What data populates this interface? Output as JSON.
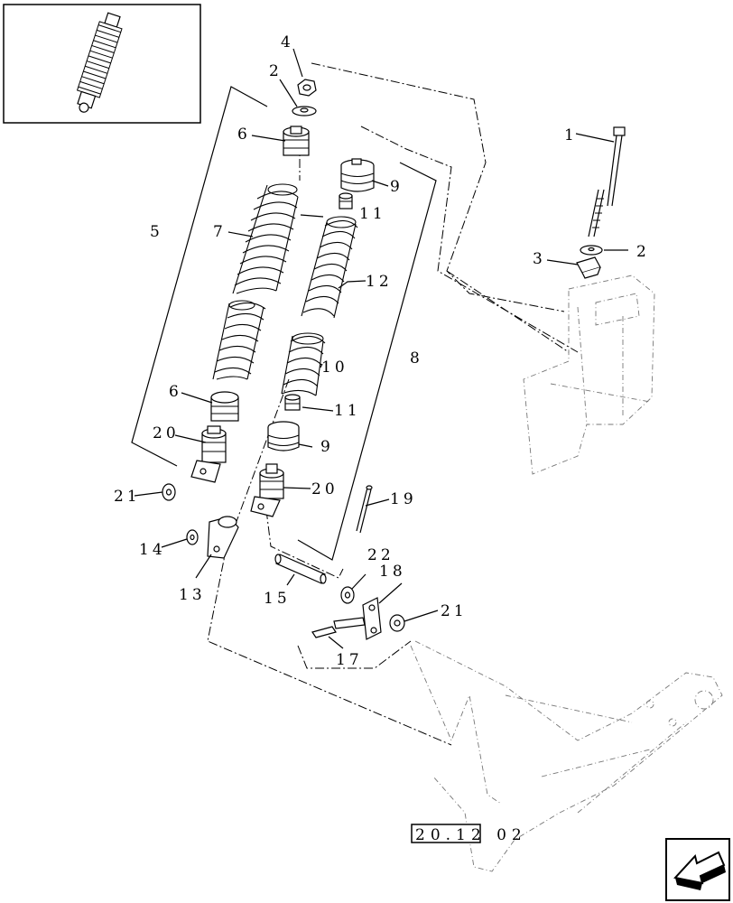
{
  "callouts": {
    "c1": "1",
    "c2a": "2",
    "c2b": "2",
    "c3": "3",
    "c4": "4",
    "c5": "5",
    "c6a": "6",
    "c6b": "6",
    "c7": "7",
    "c8": "8",
    "c9a": "9",
    "c9b": "9",
    "c10": "10",
    "c11a": "11",
    "c11b": "11",
    "c12": "12",
    "c13": "13",
    "c14": "14",
    "c15": "15",
    "c17": "17",
    "c18": "18",
    "c19": "19",
    "c20a": "20",
    "c20b": "20",
    "c21a": "21",
    "c21b": "21",
    "c22": "22"
  },
  "reference": {
    "code": "20.12 02"
  },
  "nav": {
    "icon": "back-arrow-icon"
  }
}
